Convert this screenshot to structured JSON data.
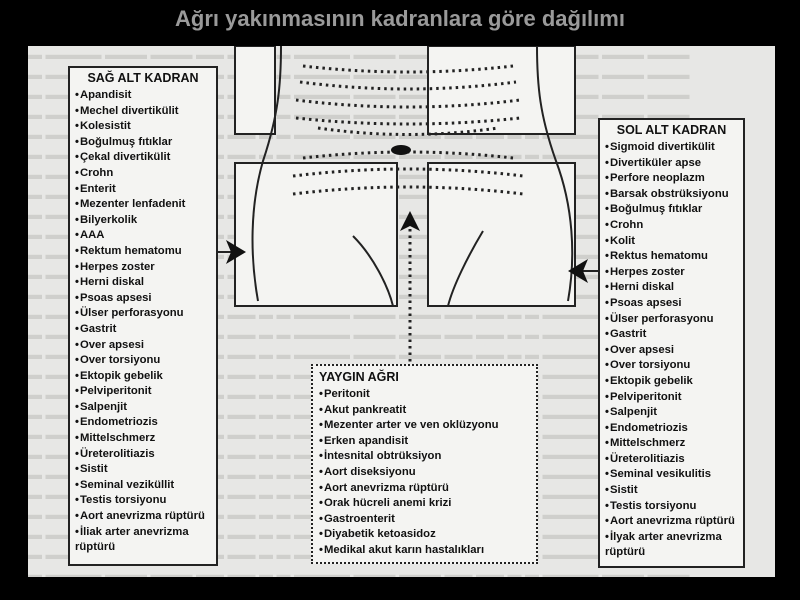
{
  "title": "Ağrı yakınmasının kadranlara göre dağılımı",
  "sag_alt": {
    "heading": "SAĞ ALT KADRAN",
    "items": [
      "Apandisit",
      "Mechel divertikülit",
      "Kolesistit",
      "Boğulmuş fıtıklar",
      "Çekal divertikülit",
      "Crohn",
      "Enterit",
      "Mezenter lenfadenit",
      "Bilyerkolik",
      "AAA",
      "Rektum hematomu",
      "Herpes zoster",
      "Herni diskal",
      "Psoas apsesi",
      "Ülser perforasyonu",
      "Gastrit",
      "Over apsesi",
      "Over torsiyonu",
      "Ektopik gebelik",
      "Pelviperitonit",
      "Salpenjit",
      "Endometriozis",
      "Mittelschmerz",
      "Üreterolitiazis",
      "Sistit",
      "Seminal veziküllit",
      "Testis torsiyonu",
      "Aort anevrizma rüptürü",
      "İliak arter anevrizma",
      "rüptürü"
    ]
  },
  "sol_alt": {
    "heading": "SOL ALT KADRAN",
    "items": [
      "Sigmoid divertikülit",
      "Divertiküler apse",
      "Perfore neoplazm",
      "Barsak obstrüksiyonu",
      "Boğulmuş fıtıklar",
      "Crohn",
      "Kolit",
      "Rektus hematomu",
      "Herpes zoster",
      "Herni diskal",
      "Psoas apsesi",
      "Ülser perforasyonu",
      "Gastrit",
      "Over apsesi",
      "Over torsiyonu",
      "Ektopik gebelik",
      "Pelviperitonit",
      "Salpenjit",
      "Endometriozis",
      "Mittelschmerz",
      "Üreterolitiazis",
      "Seminal vesikulitis",
      "Sistit",
      "Testis torsiyonu",
      "Aort anevrizma rüptürü",
      "İlyak arter anevrizma",
      "rüptürü"
    ]
  },
  "yaygin": {
    "heading": "YAYGIN AĞRI",
    "items": [
      "Peritonit",
      "Akut pankreatit",
      "Mezenter arter ve ven oklüzyonu",
      "Erken apandisit",
      "İntesnital obtrüksiyon",
      "Aort diseksiyonu",
      "Aort anevrizma rüptürü",
      "Orak hücreli anemi krizi",
      "Gastroenterit",
      "Diyabetik ketoasidoz",
      "Medikal akut karın hastalıkları"
    ]
  }
}
